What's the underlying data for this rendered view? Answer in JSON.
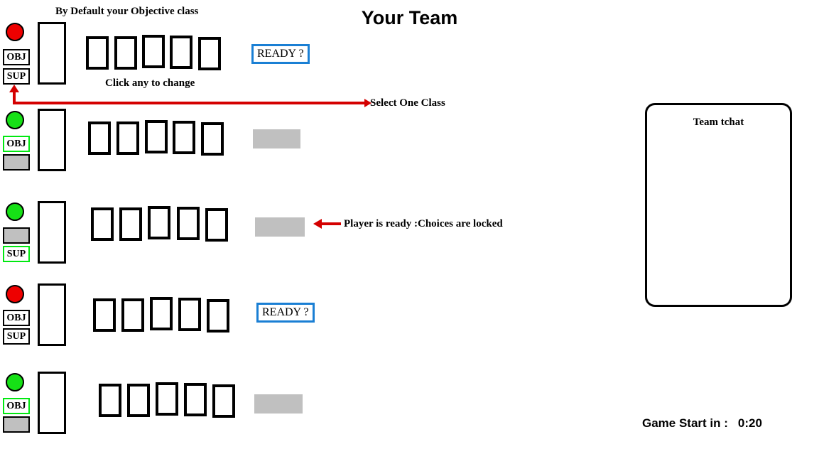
{
  "header": {
    "title": "Your Team",
    "default_class_hint": "By Default your Objective class",
    "click_hint": "Click any to change"
  },
  "annotations": [
    {
      "id": "select-one-class",
      "text": "Select One Class"
    },
    {
      "id": "player-ready",
      "text": "Player is ready :Choices are locked"
    }
  ],
  "labels": {
    "obj": "OBJ",
    "sup": "SUP",
    "ready": "READY ?"
  },
  "colors": {
    "light_on": "#16e016",
    "light_off": "#ee0000",
    "selected_border": "#00e810",
    "ready_border": "#1a7fd4",
    "locked_gray": "#c0c0c0",
    "annotation_red": "#d40000"
  },
  "players": [
    {
      "index": 1,
      "light": "red",
      "light_state": "not-ready",
      "class_buttons": [
        {
          "label": "OBJ",
          "state": "unselected"
        },
        {
          "label": "SUP",
          "state": "unselected"
        }
      ],
      "card_slots": 5,
      "ready_state": "button",
      "ready_label": "READY ?"
    },
    {
      "index": 2,
      "light": "green",
      "light_state": "ready",
      "class_buttons": [
        {
          "label": "OBJ",
          "state": "selected"
        },
        {
          "label": "",
          "state": "locked"
        }
      ],
      "card_slots": 5,
      "ready_state": "locked",
      "ready_label": ""
    },
    {
      "index": 3,
      "light": "green",
      "light_state": "ready",
      "class_buttons": [
        {
          "label": "",
          "state": "locked"
        },
        {
          "label": "SUP",
          "state": "selected"
        }
      ],
      "card_slots": 5,
      "ready_state": "locked",
      "ready_label": ""
    },
    {
      "index": 4,
      "light": "red",
      "light_state": "not-ready",
      "class_buttons": [
        {
          "label": "OBJ",
          "state": "unselected"
        },
        {
          "label": "SUP",
          "state": "unselected"
        }
      ],
      "card_slots": 5,
      "ready_state": "button",
      "ready_label": "READY ?"
    },
    {
      "index": 5,
      "light": "green",
      "light_state": "ready",
      "class_buttons": [
        {
          "label": "OBJ",
          "state": "selected"
        },
        {
          "label": "",
          "state": "locked"
        }
      ],
      "card_slots": 5,
      "ready_state": "locked",
      "ready_label": ""
    }
  ],
  "chat": {
    "title": "Team tchat",
    "messages": []
  },
  "footer": {
    "timer_label": "Game Start in :",
    "timer_value": "0:20"
  }
}
